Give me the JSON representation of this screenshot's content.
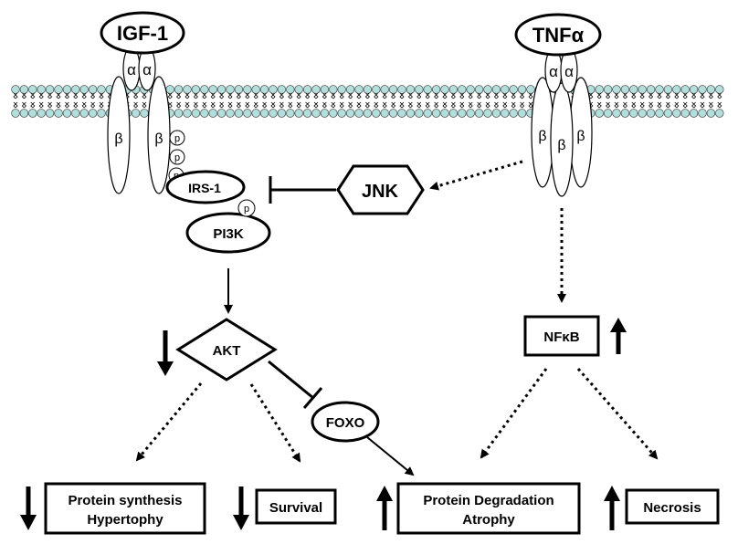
{
  "ligands": {
    "igf1": "IGF-1",
    "tnf": "TNFα"
  },
  "receptor": {
    "alpha": "α",
    "beta": "β",
    "phospho": "p"
  },
  "nodes": {
    "irs1": "IRS-1",
    "pi3k": "PI3K",
    "jnk": "JNK",
    "akt": "AKT",
    "foxo": "FOXO",
    "nfkb": "NFκB"
  },
  "outcomes": {
    "protein_synthesis": [
      "Protein synthesis",
      "Hypertophy"
    ],
    "survival": "Survival",
    "protein_degradation": [
      "Protein Degradation",
      "Atrophy"
    ],
    "necrosis": "Necrosis"
  },
  "indicators": {
    "akt": "down",
    "nfkb": "up",
    "protein_synthesis": "down",
    "survival": "down",
    "protein_degradation": "up",
    "necrosis": "up"
  },
  "colors": {
    "membrane_bead": "#b2dedc",
    "stroke": "#000000",
    "background": "#ffffff"
  }
}
